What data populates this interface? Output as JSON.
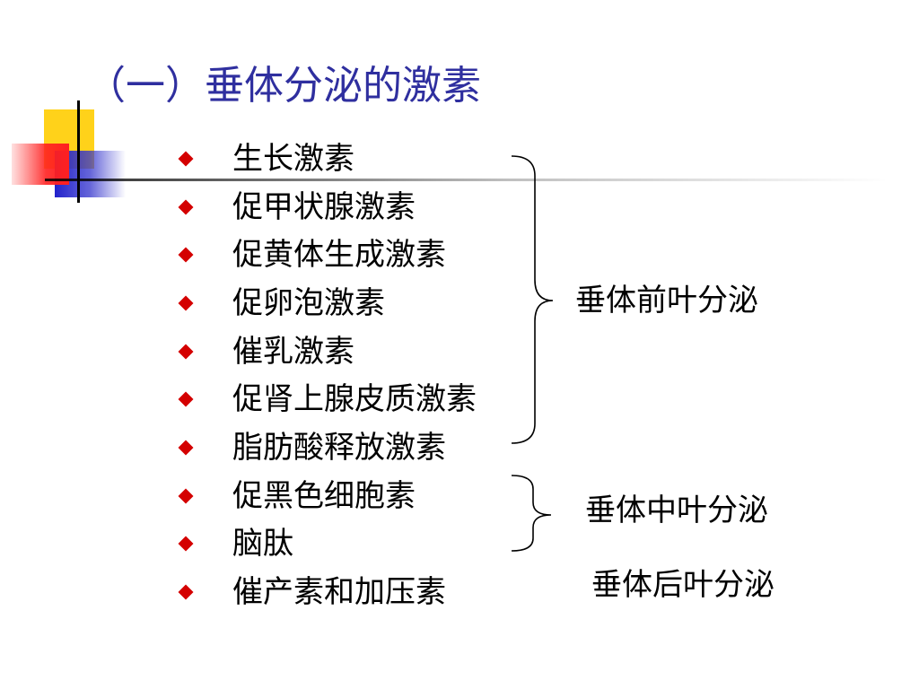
{
  "slide": {
    "title": "（一）垂体分泌的激素",
    "title_color": "#2f2f9f",
    "bullet_color": "#d40000",
    "bullet_icon": "diamond-bullet-icon"
  },
  "hormones": [
    {
      "name": "生长激素"
    },
    {
      "name": "促甲状腺激素"
    },
    {
      "name": "促黄体生成激素"
    },
    {
      "name": "促卵泡激素"
    },
    {
      "name": "催乳激素"
    },
    {
      "name": "促肾上腺皮质激素"
    },
    {
      "name": "脂肪酸释放激素"
    },
    {
      "name": "促黑色细胞素"
    },
    {
      "name": "脑肽"
    },
    {
      "name": "催产素和加压素"
    }
  ],
  "groups": {
    "anterior": "垂体前叶分泌",
    "middle": "垂体中叶分泌",
    "posterior": "垂体后叶分泌"
  }
}
